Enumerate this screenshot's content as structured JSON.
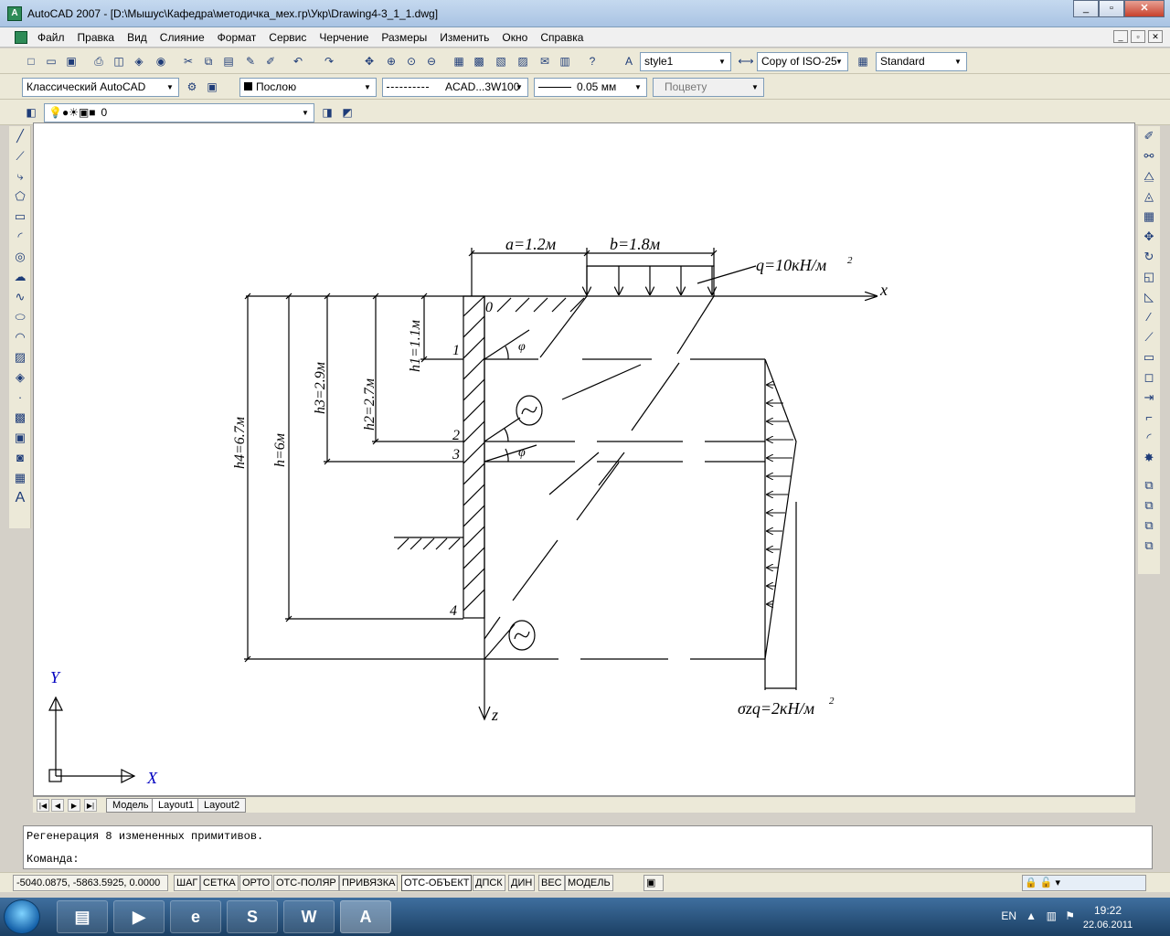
{
  "window": {
    "title": "AutoCAD 2007 - [D:\\Мышус\\Кафедра\\методичка_мех.гр\\Укр\\Drawing4-3_1_1.dwg]",
    "minimize": "_",
    "restore": "▫",
    "close": "✕"
  },
  "menu": {
    "items": [
      "Файл",
      "Правка",
      "Вид",
      "Слияние",
      "Формат",
      "Сервис",
      "Черчение",
      "Размеры",
      "Изменить",
      "Окно",
      "Справка"
    ]
  },
  "toolbar": {
    "text_style": "style1",
    "dim_style": "Copy of ISO-25",
    "table_style": "Standard",
    "workspace": "Классический AutoCAD",
    "color": "Послою",
    "linetype": "ACAD...3W100",
    "lineweight": "0.05 мм",
    "plotstyle": "Поцвету",
    "layer": "0"
  },
  "drawing": {
    "dim_a": "a=1.2м",
    "dim_b": "b=1.8м",
    "load_q": "q=10кН/м",
    "axis_x": "x",
    "axis_z": "z",
    "origin": "0",
    "pt1": "1",
    "pt2": "2",
    "pt3": "3",
    "pt4": "4",
    "h1": "h1=1.1м",
    "h2": "h2=2.7м",
    "h3": "h3=2.9м",
    "h4": "h4=6.7м",
    "h": "h=6м",
    "phi": "φ",
    "sigma": "σzq=2кН/м",
    "ucs_x": "X",
    "ucs_y": "Y"
  },
  "tabs": {
    "model": "Модель",
    "layout1": "Layout1",
    "layout2": "Layout2"
  },
  "command": {
    "history": "Регенерация 8 измененных примитивов.",
    "prompt": "Команда:"
  },
  "status": {
    "coords": "-5040.0875, -5863.5925, 0.0000",
    "toggles": [
      "ШАГ",
      "СЕТКА",
      "ОРТО",
      "ОТС-ПОЛЯР",
      "ПРИВЯЗКА",
      "ОТС-ОБЪЕКТ",
      "ДПСК",
      "ДИН",
      "ВЕС",
      "МОДЕЛЬ"
    ]
  },
  "taskbar": {
    "lang": "EN",
    "time": "19:22",
    "date": "22.06.2011"
  }
}
